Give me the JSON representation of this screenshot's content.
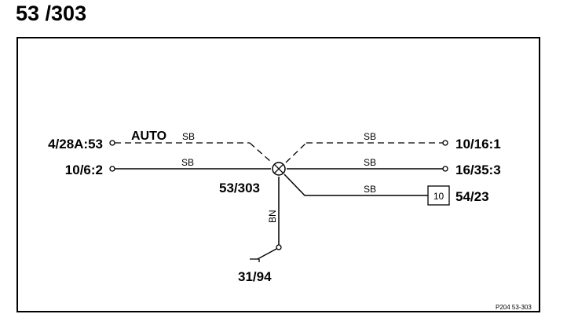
{
  "page_title": "53 /303",
  "diagram": {
    "center_label": "53/303",
    "ground_label": "31/94",
    "mode_label": "AUTO",
    "connectors": {
      "left_top": "4/28A:53",
      "left_bottom": "10/6:2",
      "right_top": "10/16:1",
      "right_middle": "16/35:3",
      "right_bottom": "54/23"
    },
    "wire_colors": {
      "left_top": "SB",
      "left_bottom": "SB",
      "right_top": "SB",
      "right_middle": "SB",
      "right_bottom": "SB",
      "ground": "BN"
    },
    "box_number": "10",
    "reference": "P204 53-303"
  }
}
